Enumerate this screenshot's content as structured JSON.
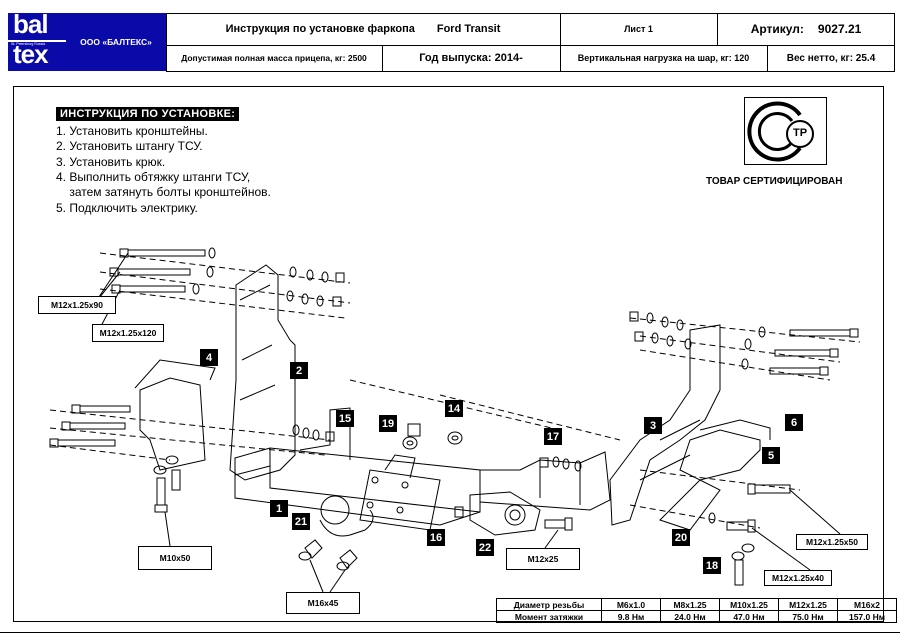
{
  "header": {
    "logo_top": "bal",
    "logo_bottom": "tex",
    "logo_tagline": "St. Petersburg Russia",
    "company": "ООО «БАЛТЕКС»",
    "title": "Инструкция по установке фаркопа",
    "model": "Ford Transit",
    "sheet": "Лист 1",
    "article_label": "Артикул:",
    "article_value": "9027.21",
    "trailer_mass": "Допустимая полная масса прицепа, кг: 2500",
    "year": "Год выпуска:  2014-",
    "vertical_load": "Вертикальная нагрузка на шар, кг: 120",
    "net_weight": "Вес нетто, кг: 25.4"
  },
  "instructions": {
    "title": "ИНСТРУКЦИЯ ПО УСТАНОВКЕ:",
    "steps": [
      "1. Установить  кронштейны.",
      "2. Установить штангу ТСУ.",
      "3. Установить крюк.",
      "4. Выполнить обтяжку штанги ТСУ,",
      "    затем затянуть болты кронштейнов.",
      "5. Подключить электрику."
    ]
  },
  "certification": {
    "mark": "ТР",
    "label": "ТОВАР СЕРТИФИЦИРОВАН"
  },
  "callouts": {
    "m12_90": "M12x1.25x90",
    "m12_120": "M12x1.25x120",
    "m10_50": "M10x50",
    "m16_45": "M16x45",
    "m12_25": "M12x25",
    "m12_50": "M12x1.25x50",
    "m12_40": "M12x1.25x40"
  },
  "part_numbers": {
    "p1": "1",
    "p2": "2",
    "p3": "3",
    "p4": "4",
    "p5": "5",
    "p6": "6",
    "p14": "14",
    "p15": "15",
    "p16": "16",
    "p17": "17",
    "p18": "18",
    "p19": "19",
    "p20": "20",
    "p21": "21",
    "p22": "22"
  },
  "torque_table": {
    "row1_label": "Диаметр резьбы",
    "row2_label": "Момент затяжки",
    "threads": [
      "M6x1.0",
      "M8x1.25",
      "M10x1.25",
      "M12x1.25",
      "M16x2"
    ],
    "torques": [
      "9.8 Нм",
      "24.0 Нм",
      "47.0 Нм",
      "75.0 Нм",
      "157.0 Нм"
    ]
  }
}
